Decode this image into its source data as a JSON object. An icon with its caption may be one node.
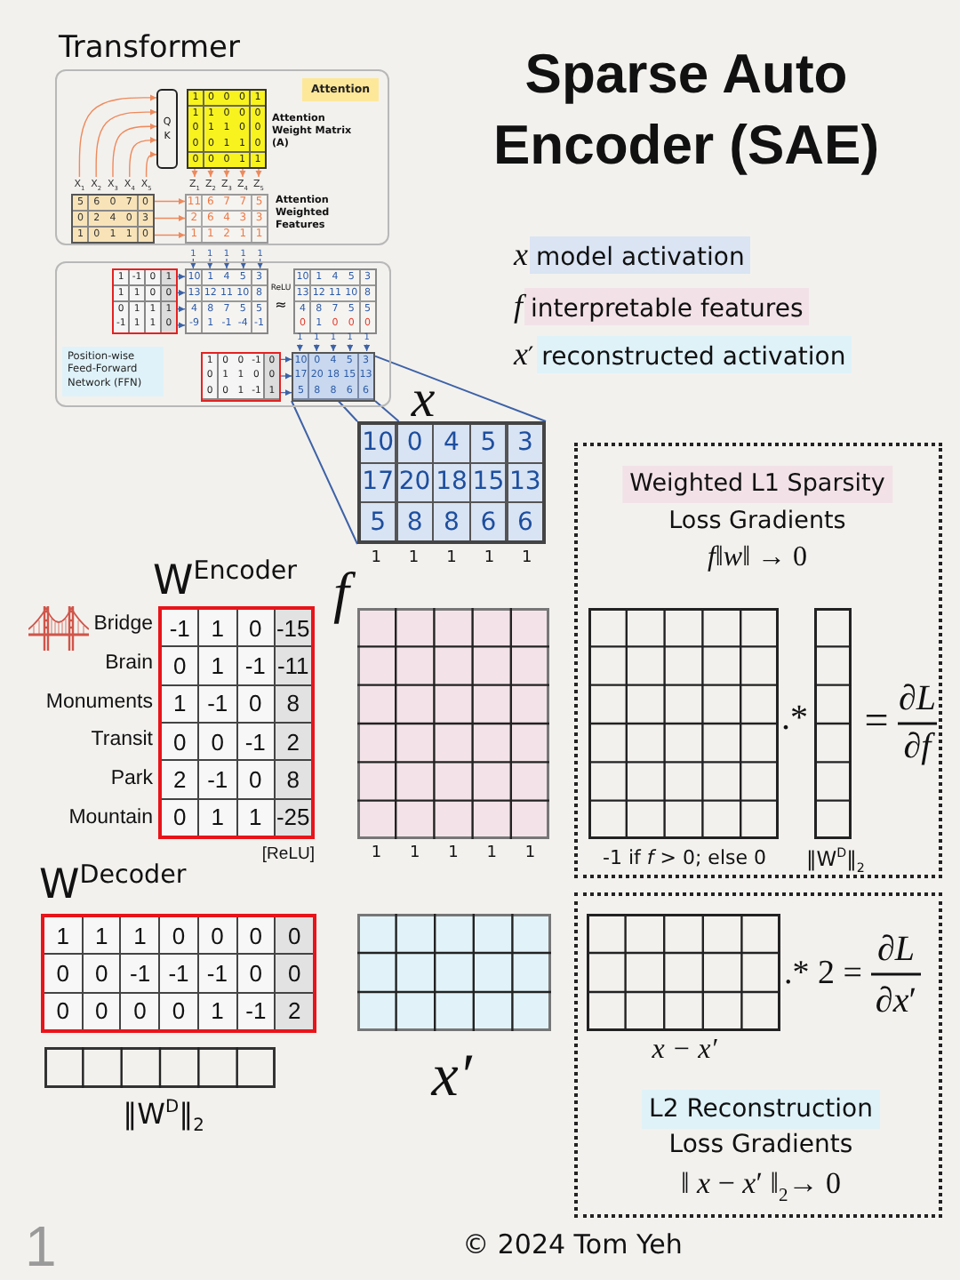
{
  "diagram": {
    "title": "Sparse Auto Encoder (SAE)",
    "nodes": [
      {
        "text": [
          "Transformer"
        ]
      },
      {
        "text": [
          "Attention"
        ],
        "in": 0
      },
      {
        "text": [
          "Q K"
        ],
        "in": 0
      },
      {
        "text": [
          "1",
          "0",
          "0",
          "0",
          "1",
          "1",
          "1",
          "0",
          "0",
          "0",
          "0",
          "1",
          "1",
          "0",
          "0",
          "0",
          "0",
          "1",
          "1",
          "0",
          "0",
          "0",
          "0",
          "1",
          "1"
        ],
        "in": 0,
        "beside": [
          "Attention Weight Matrix (A)"
        ]
      },
      {
        "text": [
          "X$_{1}$"
        ],
        "in": 0
      },
      {
        "text": [
          "X$_{2}$"
        ],
        "in": 0
      },
      {
        "text": [
          "X$_{3}$"
        ],
        "in": 0
      },
      {
        "text": [
          "X$_{4}$"
        ],
        "in": 0
      },
      {
        "text": [
          "X$_{5}$"
        ],
        "in": 0
      },
      {
        "text": [
          "Z$_{1}$"
        ],
        "in": 0
      },
      {
        "text": [
          "Z$_{2}$"
        ],
        "in": 0
      },
      {
        "text": [
          "Z$_{3}$"
        ],
        "in": 0
      },
      {
        "text": [
          "Z$_{4}$"
        ],
        "in": 0
      },
      {
        "text": [
          "Z$_{5}$"
        ],
        "in": 0
      },
      {
        "text": [
          "5",
          "6",
          "0",
          "7",
          "0",
          "0",
          "2",
          "4",
          "0",
          "3",
          "1",
          "0",
          "1",
          "1",
          "0"
        ],
        "in": 0
      },
      {
        "text": [
          "11",
          "6",
          "7",
          "7",
          "5",
          "2",
          "6",
          "4",
          "3",
          "3",
          "1",
          "1",
          "2",
          "1",
          "1"
        ],
        "in": 0,
        "beside": [
          "Attention Weighted Features"
        ]
      },
      {
        "text": [
          "1"
        ]
      },
      {
        "text": [
          "1"
        ]
      },
      {
        "text": [
          "1"
        ]
      },
      {
        "text": [
          "1"
        ]
      },
      {
        "text": [
          "1"
        ]
      },
      {
        "text": [],
        "shape": "box"
      },
      {
        "text": [
          "1",
          "-1",
          "0",
          "1",
          "1",
          "1",
          "0",
          "0",
          "0",
          "1",
          "1",
          "1",
          "-1",
          "1",
          "1",
          "0"
        ],
        "in": 21
      },
      {
        "text": [
          "10",
          "1",
          "4",
          "5",
          "3",
          "13",
          "12",
          "11",
          "10",
          "8",
          "4",
          "8",
          "7",
          "5",
          "5",
          "-9",
          "1",
          "-1",
          "-4",
          "-1"
        ],
        "in": 21
      },
      {
        "text": [
          "10",
          "1",
          "4",
          "5",
          "3",
          "13",
          "12",
          "11",
          "10",
          "8",
          "4",
          "8",
          "7",
          "5",
          "5",
          "0",
          "1",
          "0",
          "0",
          "0"
        ],
        "in": 21
      },
      {
        "text": [
          "1"
        ],
        "in": 21
      },
      {
        "text": [
          "1"
        ],
        "in": 21
      },
      {
        "text": [
          "1"
        ],
        "in": 21
      },
      {
        "text": [
          "1"
        ],
        "in": 21
      },
      {
        "text": [
          "1"
        ],
        "in": 21
      },
      {
        "text": [
          "Position-wise Feed-Forward Network (FFN)"
        ],
        "in": 21
      },
      {
        "text": [
          "1",
          "0",
          "0",
          "-1",
          "0",
          "0",
          "1",
          "1",
          "0",
          "0",
          "0",
          "0",
          "1",
          "-1",
          "1"
        ],
        "in": 21
      },
      {
        "text": [
          "10",
          "0",
          "4",
          "5",
          "3",
          "17",
          "20",
          "18",
          "15",
          "13",
          "5",
          "8",
          "8",
          "6",
          "6"
        ],
        "in": 21
      },
      {
        "text": [
          "10",
          "0",
          "4",
          "5",
          "3",
          "17",
          "20",
          "18",
          "15",
          "13",
          "5",
          "8",
          "8",
          "6",
          "6"
        ],
        "beside": [
          "x",
          "1",
          "1",
          "1",
          "1",
          "1"
        ]
      },
      {
        "text": [
          "-1",
          "1",
          "0",
          "-15",
          "0",
          "1",
          "-1",
          "-11",
          "1",
          "-1",
          "0",
          "8",
          "0",
          "0",
          "-1",
          "2",
          "2",
          "-1",
          "0",
          "8",
          "0",
          "1",
          "1",
          "-25"
        ],
        "beside": [
          "W$^{Encoder}$",
          "Bridge",
          "Brain",
          "Monuments",
          "Transit",
          "Park",
          "Mountain",
          "[ReLU]"
        ]
      },
      {
        "text": [],
        "shape": "box",
        "beside": [
          "f",
          "1",
          "1",
          "1",
          "1",
          "1"
        ]
      },
      {
        "text": [
          "Weighted L1 Sparsity",
          "Loss Gradients",
          "*f*‖*w*‖ → 0"
        ]
      },
      {
        "text": [],
        "shape": "box",
        "in": 36,
        "beside": [
          "-1 if *f* > 0; else 0"
        ]
      },
      {
        "text": [],
        "shape": "box",
        "in": 36,
        "beside": [
          "‖W$^{D}$‖$_{2}$"
        ]
      },
      {
        "text": [
          "1",
          "1",
          "1",
          "0",
          "0",
          "0",
          "0",
          "0",
          "0",
          "-1",
          "-1",
          "-1",
          "0",
          "0",
          "0",
          "0",
          "0",
          "0",
          "1",
          "-1",
          "2"
        ],
        "beside": [
          "W$^{Decoder}$"
        ]
      },
      {
        "text": [],
        "shape": "box",
        "beside": [
          "‖W$^{D}$‖$_{2}$"
        ]
      },
      {
        "text": [],
        "shape": "box",
        "beside": [
          "x′"
        ]
      },
      {
        "text": [
          "L2 Reconstruction",
          "Loss Gradients",
          "‖ *x* − *x*′ ‖$_{2}$→ 0"
        ]
      },
      {
        "text": [],
        "shape": "box",
        "in": 42,
        "beside": [
          "x − x′"
        ]
      }
    ],
    "edges": [
      {
        "from": 4,
        "to": 2,
        "arrow": "to",
        "color": "#ee8a5c"
      },
      {
        "from": 5,
        "to": 2,
        "arrow": "to",
        "color": "#ee8a5c"
      },
      {
        "from": 6,
        "to": 2,
        "arrow": "to",
        "color": "#ee8a5c"
      },
      {
        "from": 7,
        "to": 2,
        "arrow": "to",
        "color": "#ee8a5c"
      },
      {
        "from": 8,
        "to": 2,
        "arrow": "to",
        "color": "#ee8a5c"
      },
      {
        "from": 3,
        "to": 9,
        "arrow": "to",
        "color": "#ee8a5c"
      },
      {
        "from": 3,
        "to": 10,
        "arrow": "to",
        "color": "#ee8a5c"
      },
      {
        "from": 3,
        "to": 11,
        "arrow": "to",
        "color": "#ee8a5c"
      },
      {
        "from": 3,
        "to": 12,
        "arrow": "to",
        "color": "#ee8a5c"
      },
      {
        "from": 3,
        "to": 13,
        "arrow": "to",
        "color": "#ee8a5c"
      },
      {
        "from": 14,
        "to": 15,
        "arrow": "to",
        "color": "#ee8a5c"
      },
      {
        "from": 14,
        "to": 15,
        "arrow": "to",
        "color": "#ee8a5c"
      },
      {
        "from": 14,
        "to": 15,
        "arrow": "to",
        "color": "#ee8a5c"
      },
      {
        "from": 16,
        "to": 23,
        "arrow": "to"
      },
      {
        "from": 17,
        "to": 23,
        "arrow": "to"
      },
      {
        "from": 18,
        "to": 23,
        "arrow": "to"
      },
      {
        "from": 19,
        "to": 23,
        "arrow": "to"
      },
      {
        "from": 20,
        "to": 23,
        "arrow": "to"
      },
      {
        "from": 22,
        "to": 23,
        "arrow": "to"
      },
      {
        "from": 22,
        "to": 23,
        "arrow": "to"
      },
      {
        "from": 22,
        "to": 23,
        "arrow": "to"
      },
      {
        "from": 22,
        "to": 23,
        "arrow": "to"
      },
      {
        "from": 25,
        "to": 32,
        "arrow": "to"
      },
      {
        "from": 26,
        "to": 32,
        "arrow": "to"
      },
      {
        "from": 27,
        "to": 32,
        "arrow": "to"
      },
      {
        "from": 28,
        "to": 32,
        "arrow": "to"
      },
      {
        "from": 29,
        "to": 32,
        "arrow": "to"
      },
      {
        "from": 31,
        "to": 32,
        "arrow": "to"
      },
      {
        "from": 31,
        "to": 32,
        "arrow": "to"
      },
      {
        "from": 31,
        "to": 32,
        "arrow": "to"
      },
      {
        "from": 32,
        "to": 33,
        "arrow": "none"
      },
      {
        "from": 32,
        "to": 33,
        "arrow": "none"
      },
      {
        "from": 32,
        "to": 33,
        "arrow": "none"
      },
      {
        "from": 32,
        "to": 33,
        "arrow": "none"
      }
    ],
    "labels": [
      "ReLU",
      "≈",
      ".*",
      "=",
      "∂*L*",
      "∂*f*",
      ".* 2 =",
      "∂*L*",
      "∂*x*′",
      "1",
      "© 2024 Tom Yeh"
    ],
    "legend": [
      {
        "text": "*x* model activation",
        "color": "#dae4f3"
      },
      {
        "text": "*f* interpretable features",
        "color": "#f2e2e8"
      },
      {
        "text": "*x*′ reconstructed activation",
        "color": "#dff2f8"
      }
    ]
  }
}
